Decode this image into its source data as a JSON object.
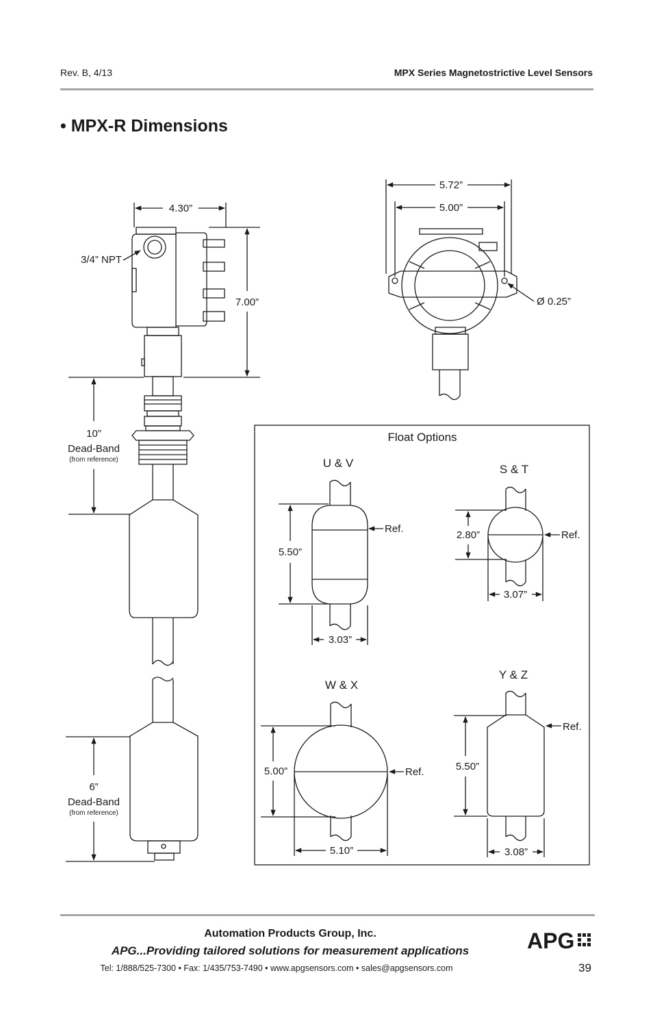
{
  "header": {
    "revision": "Rev. B, 4/13",
    "series_title": "MPX Series Magnetostrictive Level Sensors"
  },
  "page_title": "• MPX-R Dimensions",
  "side_view": {
    "width_dim": "4.30”",
    "height_dim": "7.00”",
    "conduit": "3/4” NPT",
    "deadband_top_value": "10”",
    "deadband_top_label": "Dead-Band",
    "deadband_top_note": "(from reference)",
    "deadband_bottom_value": "6”",
    "deadband_bottom_label": "Dead-Band",
    "deadband_bottom_note": "(from reference)"
  },
  "front_view": {
    "outer_width": "5.72”",
    "inner_width": "5.00”",
    "hole_dia": "Ø 0.25”"
  },
  "float_options": {
    "title": "Float Options",
    "uv": {
      "name": "U & V",
      "height": "5.50”",
      "width": "3.03”",
      "ref": "Ref."
    },
    "st": {
      "name": "S & T",
      "height": "2.80”",
      "width": "3.07”",
      "ref": "Ref."
    },
    "wx": {
      "name": "W & X",
      "height": "5.00”",
      "width": "5.10”",
      "ref": "Ref."
    },
    "yz": {
      "name": "Y & Z",
      "height": "5.50”",
      "width": "3.08”",
      "ref": "Ref."
    }
  },
  "footer": {
    "company": "Automation Products Group, Inc.",
    "tagline": "APG...Providing tailored solutions for measurement applications",
    "contact": "Tel: 1/888/525-7300 • Fax: 1/435/753-7490 • www.apgsensors.com • sales@apgsensors.com",
    "page_number": "39",
    "logo_text": "APG"
  }
}
